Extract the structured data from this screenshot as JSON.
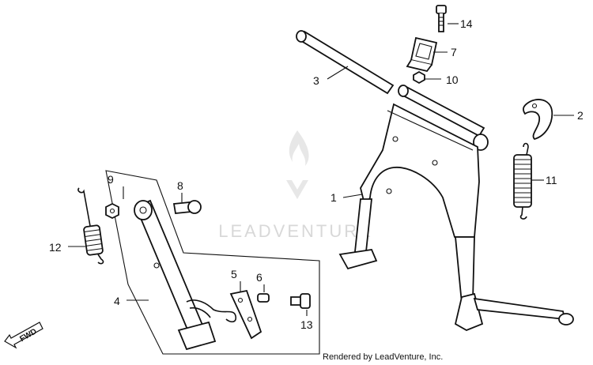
{
  "watermark": {
    "text": "LEADVENTURE"
  },
  "credit": {
    "text": "Rendered by LeadVenture, Inc."
  },
  "direction": {
    "label": "FWD"
  },
  "callouts": {
    "c1": "1",
    "c2": "2",
    "c3": "3",
    "c4": "4",
    "c5": "5",
    "c6": "6",
    "c7": "7",
    "c8": "8",
    "c9": "9",
    "c10": "10",
    "c11": "11",
    "c12": "12",
    "c13": "13",
    "c14": "14"
  }
}
